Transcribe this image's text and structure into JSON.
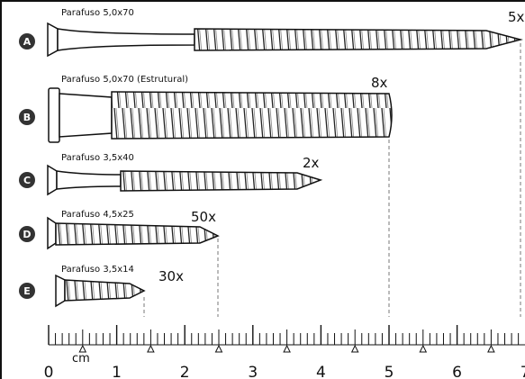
{
  "screws": [
    {
      "letter": "A",
      "name": "Parafuso 5,0x70",
      "qty": "5x"
    },
    {
      "letter": "B",
      "name": "Parafuso 5,0x70 (Estrutural)",
      "qty": "8x"
    },
    {
      "letter": "C",
      "name": "Parafuso 3,5x40",
      "qty": "2x"
    },
    {
      "letter": "D",
      "name": "Parafuso 4,5x25",
      "qty": "50x"
    },
    {
      "letter": "E",
      "name": "Parafuso 3,5x14",
      "qty": "30x"
    }
  ],
  "ruler": {
    "unit": "cm",
    "numbers": [
      "0",
      "1",
      "2",
      "3",
      "4",
      "5",
      "6",
      "7"
    ]
  }
}
